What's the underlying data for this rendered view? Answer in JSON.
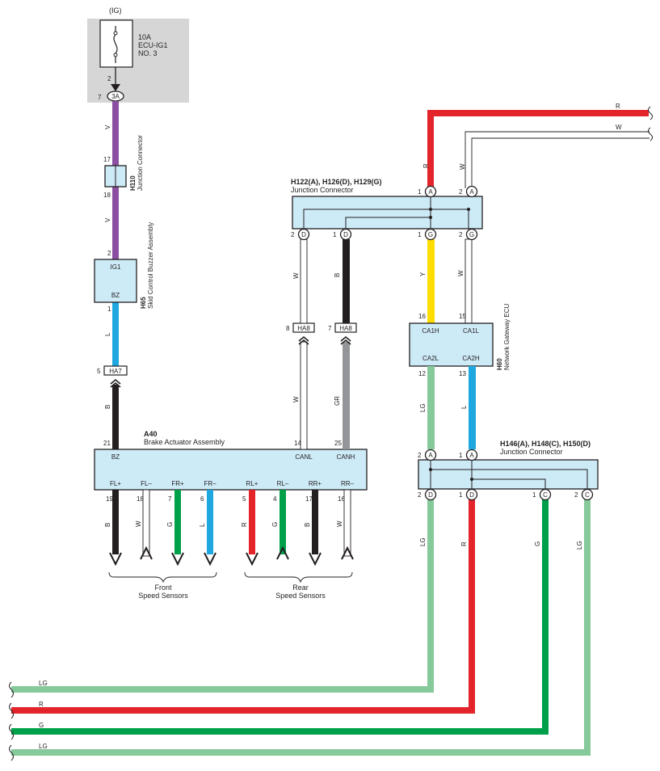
{
  "colors": {
    "V": "#8a4fa0",
    "L": "#1fa8e0",
    "B": "#231f20",
    "W": "#ffffff",
    "R": "#e3242b",
    "Y": "#ffdd00",
    "LG": "#86c99a",
    "G": "#00a04a",
    "GR": "#939598",
    "module_fill": "#cdeaf7",
    "fuse_box_fill": "#d6d6d6"
  },
  "fuse": {
    "label_ig": "(IG)",
    "amp": "10A",
    "name_line1": "ECU-IG1",
    "name_line2": "NO. 3",
    "pin": "2",
    "connector": "3A",
    "connector_pin": "7"
  },
  "h110": {
    "code": "H110",
    "name": "Junction Connector",
    "pin_top": "17",
    "pin_bottom": "18"
  },
  "h65": {
    "code": "H65",
    "name": "Skid Control Buzzer Assembly",
    "pin_top": "2",
    "term_top": "IG1",
    "term_bottom": "BZ",
    "pin_bottom": "1"
  },
  "ha7": {
    "code": "HA7",
    "pin": "5"
  },
  "a40": {
    "code": "A40",
    "name": "Brake Actuator Assembly",
    "pin_bz": "21",
    "term_bz": "BZ",
    "pin_canl": "14",
    "term_canl": "CANL",
    "pin_canh": "25",
    "term_canh": "CANH",
    "sensor_terms": [
      "FL+",
      "FL–",
      "FR+",
      "FR–",
      "RL+",
      "RL–",
      "RR+",
      "RR–"
    ],
    "sensor_pins": [
      "19",
      "18",
      "7",
      "6",
      "5",
      "4",
      "17",
      "16"
    ],
    "sensor_wires": [
      "B",
      "W",
      "G",
      "L",
      "R",
      "G",
      "B",
      "W"
    ]
  },
  "front_sensors": {
    "line1": "Front",
    "line2": "Speed Sensors"
  },
  "rear_sensors": {
    "line1": "Rear",
    "line2": "Speed Sensors"
  },
  "ha8": {
    "code": "HA8",
    "pin_left": "8",
    "pin_right": "7"
  },
  "jc_top": {
    "title": "H122(A), H126(D), H129(G)",
    "name": "Junction Connector",
    "pins_top": [
      {
        "num": "1",
        "con": "A"
      },
      {
        "num": "2",
        "con": "A"
      }
    ],
    "pins_bottom": [
      {
        "num": "2",
        "con": "D"
      },
      {
        "num": "1",
        "con": "D"
      },
      {
        "num": "1",
        "con": "G"
      },
      {
        "num": "2",
        "con": "G"
      }
    ]
  },
  "h60": {
    "code": "H60",
    "name": "Network Gateway ECU",
    "pin_ca1h": "16",
    "term_ca1h": "CA1H",
    "pin_ca1l": "15",
    "term_ca1l": "CA1L",
    "term_ca2l": "CA2L",
    "term_ca2h": "CA2H",
    "pin_ca2l": "12",
    "pin_ca2h": "13"
  },
  "jc_bottom": {
    "title": "H146(A), H148(C), H150(D)",
    "name": "Junction Connector",
    "pins_top": [
      {
        "num": "2",
        "con": "A"
      },
      {
        "num": "1",
        "con": "A"
      }
    ],
    "pins_bottom": [
      {
        "num": "2",
        "con": "D"
      },
      {
        "num": "1",
        "con": "D"
      },
      {
        "num": "1",
        "con": "C"
      },
      {
        "num": "2",
        "con": "C"
      }
    ]
  },
  "wire_labels": {
    "fuse_to_h110": "V",
    "h110_to_h65": "V",
    "h65_to_ha7": "L",
    "ha7_to_a40": "B",
    "jc_left_w_upper": "W",
    "jc_left_b_upper": "B",
    "canl_lower": "W",
    "canh_lower": "GR",
    "top_r_vertical": "R",
    "top_w_vertical": "W",
    "jc_to_h60_y": "Y",
    "jc_to_h60_w": "W",
    "h60_to_jc_lg": "LG",
    "h60_to_jc_l": "L",
    "bus_lg1_vertical": "LG",
    "bus_r_vertical": "R",
    "bus_g_vertical": "G",
    "bus_lg2_vertical": "LG"
  },
  "right_wires": [
    "R",
    "W"
  ],
  "bottom_wires": [
    "LG",
    "R",
    "G",
    "LG"
  ]
}
